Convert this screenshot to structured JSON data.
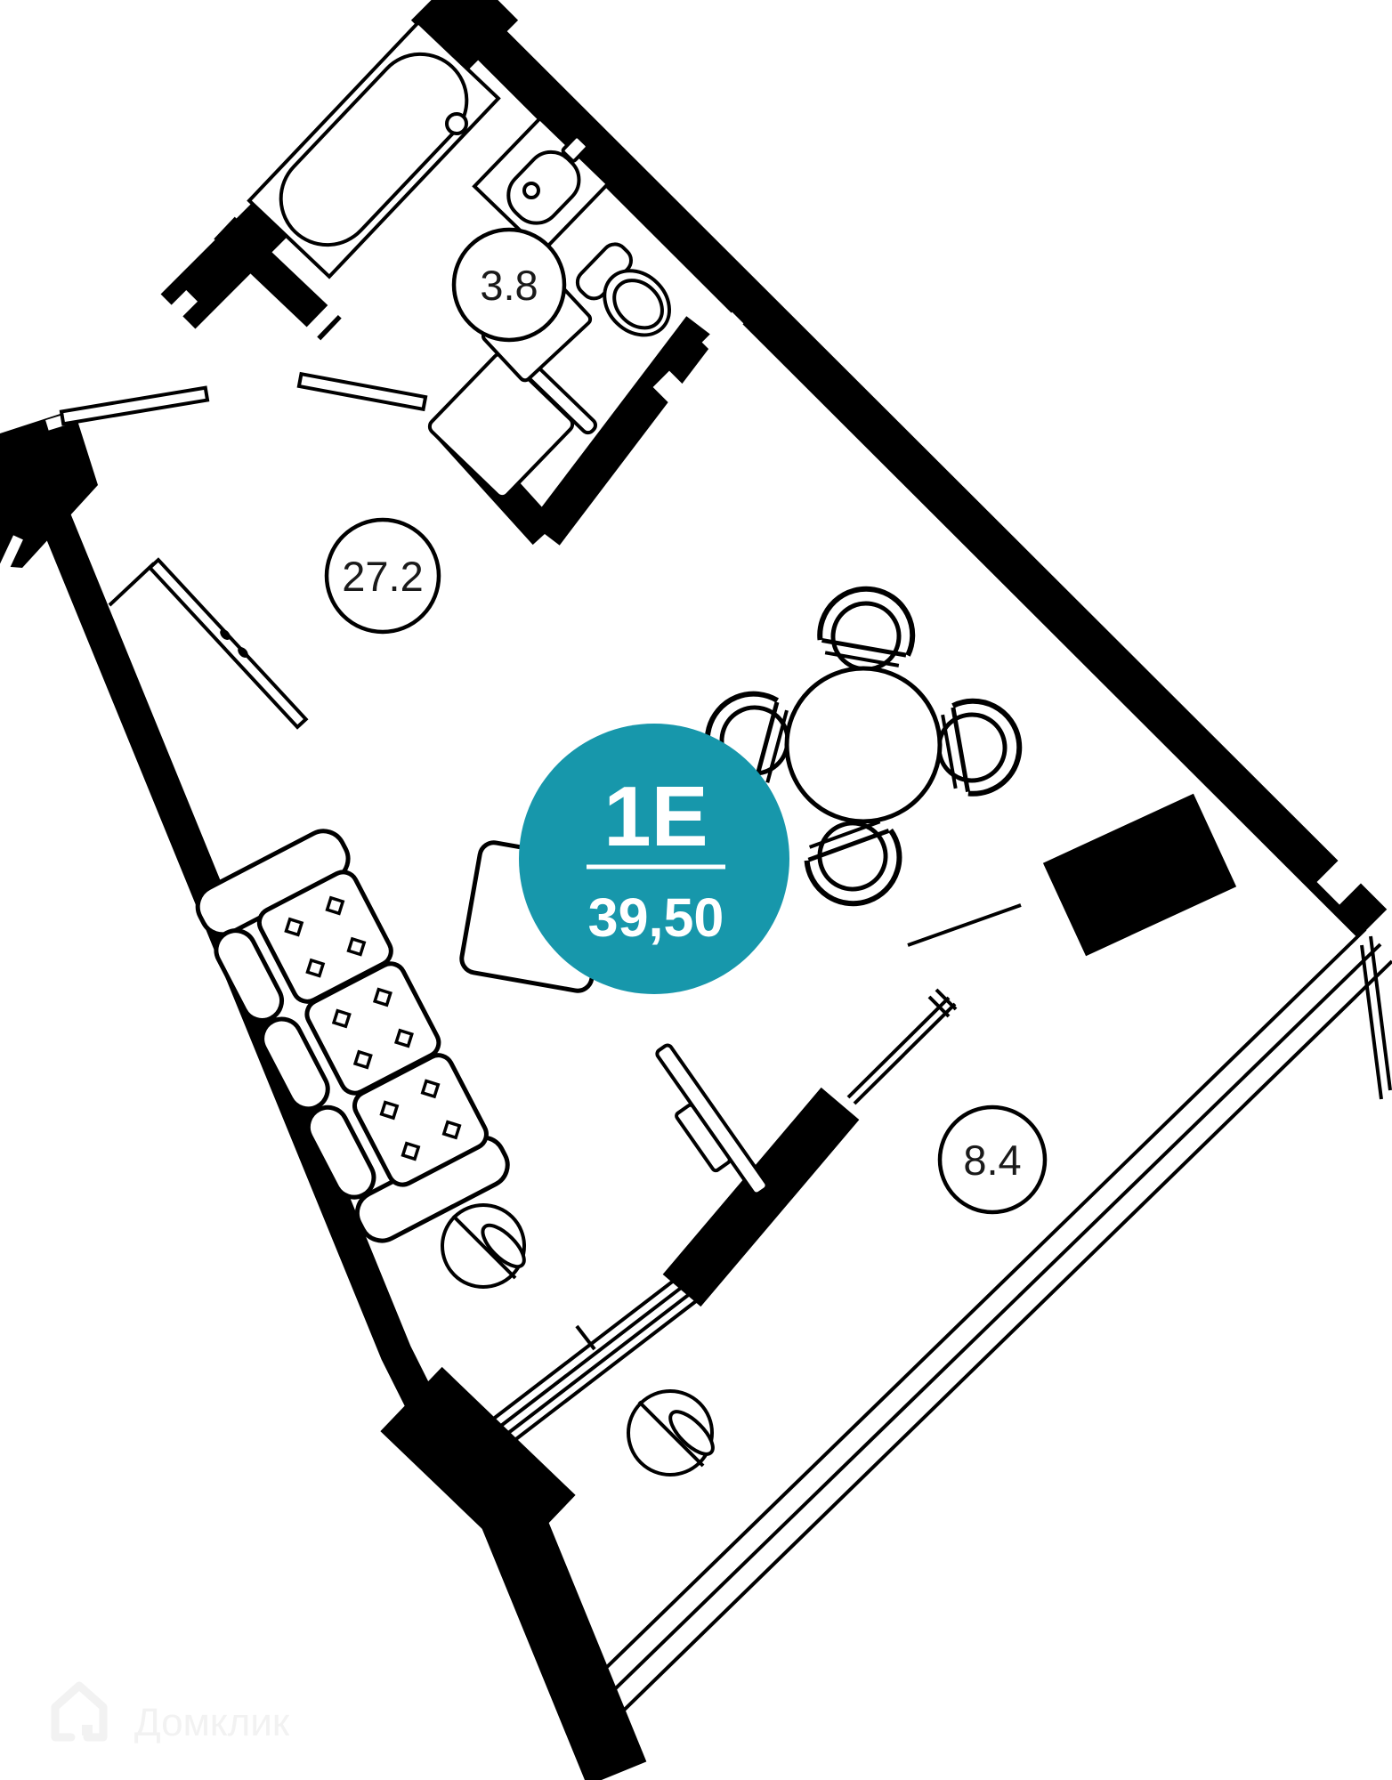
{
  "floorplan": {
    "badge": {
      "unit_type": "1Е",
      "area_total": "39,50",
      "color": "#1797ab",
      "text_color": "#ffffff"
    },
    "rooms": [
      {
        "name": "bathroom",
        "area_label": "3.8"
      },
      {
        "name": "living-room",
        "area_label": "27.2"
      },
      {
        "name": "balcony",
        "area_label": "8.4"
      }
    ],
    "watermark": {
      "text": "Домклик",
      "icon": "domclick-house-icon",
      "color": "#f2f2f2"
    },
    "colors": {
      "walls": "#000000",
      "background": "#ffffff"
    },
    "icons": {
      "bathtub-icon": "bathtub seen from above",
      "washbasin-icon": "corner sink",
      "toilet-icon": "toilet",
      "washing-machine-icon": "washing machine",
      "sofa-icon": "three-seat sofa",
      "dining-table-icon": "round table with four chairs",
      "tv-icon": "wall tv panel",
      "plant-icon": "potted plant"
    }
  }
}
